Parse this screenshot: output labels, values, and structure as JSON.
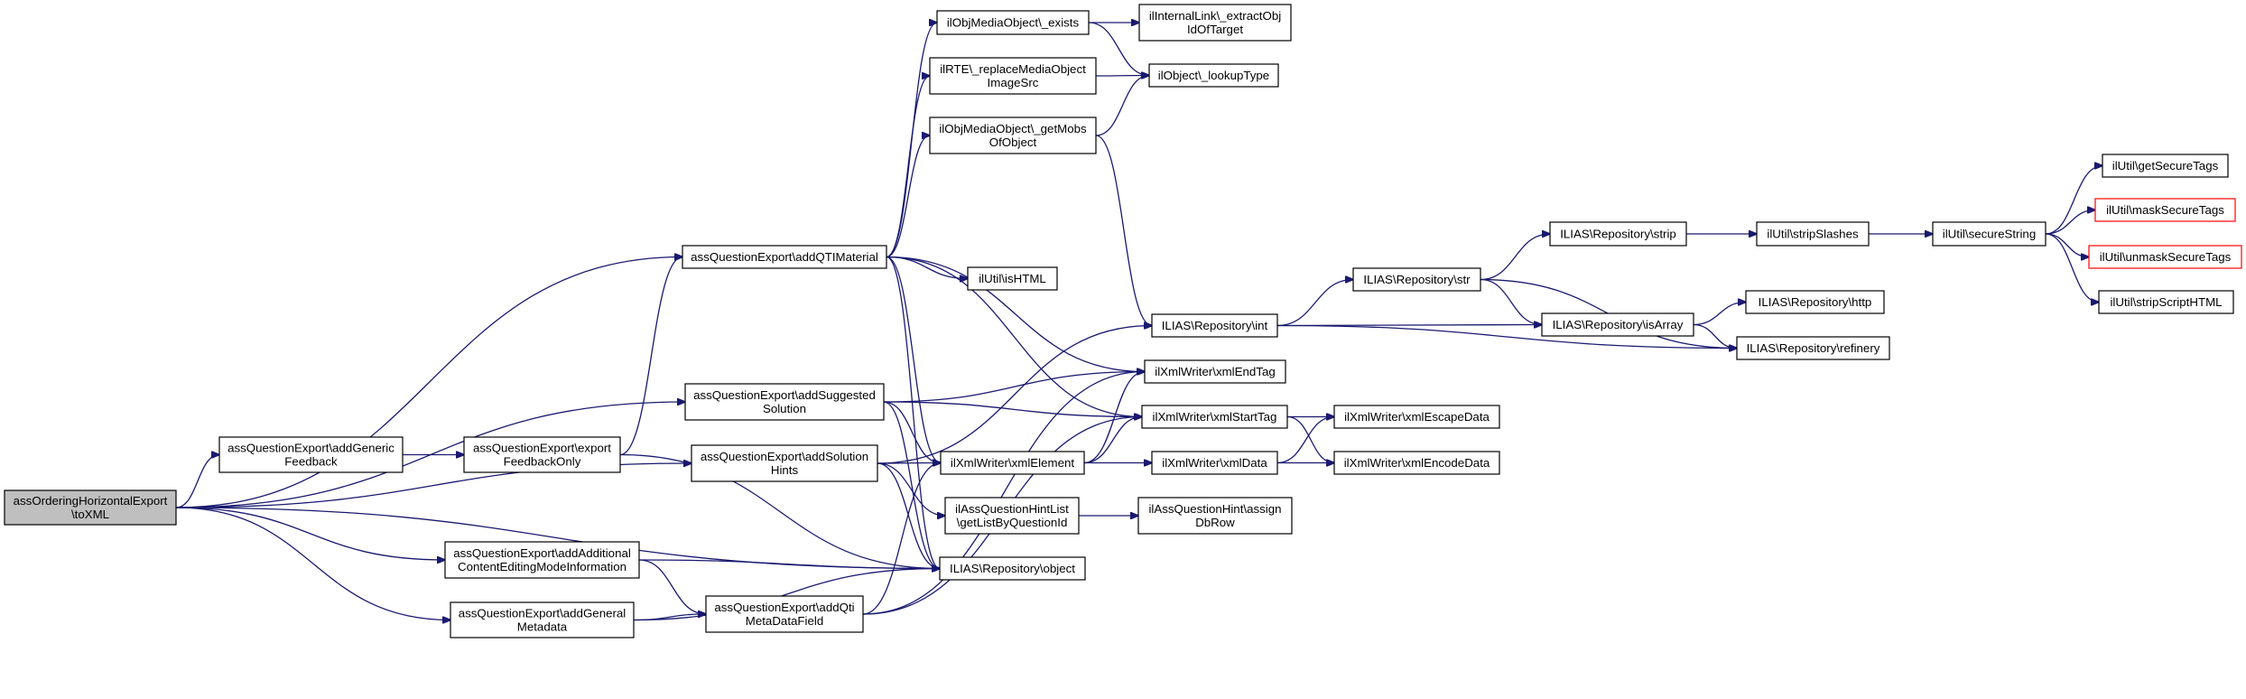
{
  "graph": {
    "title": "Call graph of assOrderingHorizontalExport\\toXML",
    "colors": {
      "edge": "#191970",
      "root_fill": "#bfbfbf",
      "node_border": "#000000",
      "missing_border": "#ff0000"
    },
    "nodes": [
      {
        "id": "root",
        "label": [
          "assOrderingHorizontalExport",
          "\\toXML"
        ],
        "kind": "root"
      },
      {
        "id": "addGenericFeedback",
        "label": [
          "assQuestionExport\\addGeneric",
          "Feedback"
        ]
      },
      {
        "id": "exportFeedbackOnly",
        "label": [
          "assQuestionExport\\export",
          "FeedbackOnly"
        ]
      },
      {
        "id": "addAdditionalContent",
        "label": [
          "assQuestionExport\\addAdditional",
          "ContentEditingModeInformation"
        ]
      },
      {
        "id": "addGeneralMetadata",
        "label": [
          "assQuestionExport\\addGeneral",
          "Metadata"
        ]
      },
      {
        "id": "addQtiMetaDataField",
        "label": [
          "assQuestionExport\\addQti",
          "MetaDataField"
        ]
      },
      {
        "id": "addQTIMaterial",
        "label": [
          "assQuestionExport\\addQTIMaterial"
        ]
      },
      {
        "id": "addSuggestedSolution",
        "label": [
          "assQuestionExport\\addSuggested",
          "Solution"
        ]
      },
      {
        "id": "addSolutionHints",
        "label": [
          "assQuestionExport\\addSolution",
          "Hints"
        ]
      },
      {
        "id": "mobExists",
        "label": [
          "ilObjMediaObject\\_exists"
        ]
      },
      {
        "id": "rteReplace",
        "label": [
          "ilRTE\\_replaceMediaObject",
          "ImageSrc"
        ]
      },
      {
        "id": "getMobsOfObject",
        "label": [
          "ilObjMediaObject\\_getMobs",
          "OfObject"
        ]
      },
      {
        "id": "isHTML",
        "label": [
          "ilUtil\\isHTML"
        ]
      },
      {
        "id": "xmlElement",
        "label": [
          "ilXmlWriter\\xmlElement"
        ]
      },
      {
        "id": "getListByQuestionId",
        "label": [
          "ilAssQuestionHintList",
          "\\getListByQuestionId"
        ]
      },
      {
        "id": "repoObject",
        "label": [
          "ILIAS\\Repository\\object"
        ]
      },
      {
        "id": "extractObjId",
        "label": [
          "ilInternalLink\\_extractObj",
          "IdOfTarget"
        ]
      },
      {
        "id": "lookupType",
        "label": [
          "ilObject\\_lookupType"
        ]
      },
      {
        "id": "repoInt",
        "label": [
          "ILIAS\\Repository\\int"
        ]
      },
      {
        "id": "xmlEndTag",
        "label": [
          "ilXmlWriter\\xmlEndTag"
        ]
      },
      {
        "id": "xmlStartTag",
        "label": [
          "ilXmlWriter\\xmlStartTag"
        ]
      },
      {
        "id": "xmlData",
        "label": [
          "ilXmlWriter\\xmlData"
        ]
      },
      {
        "id": "assignDbRow",
        "label": [
          "ilAssQuestionHint\\assign",
          "DbRow"
        ]
      },
      {
        "id": "repoStr",
        "label": [
          "ILIAS\\Repository\\str"
        ]
      },
      {
        "id": "xmlEscapeData",
        "label": [
          "ilXmlWriter\\xmlEscapeData"
        ]
      },
      {
        "id": "xmlEncodeData",
        "label": [
          "ilXmlWriter\\xmlEncodeData"
        ]
      },
      {
        "id": "repoStrip",
        "label": [
          "ILIAS\\Repository\\strip"
        ]
      },
      {
        "id": "repoIsArray",
        "label": [
          "ILIAS\\Repository\\isArray"
        ]
      },
      {
        "id": "stripSlashes",
        "label": [
          "ilUtil\\stripSlashes"
        ]
      },
      {
        "id": "repoHttp",
        "label": [
          "ILIAS\\Repository\\http"
        ]
      },
      {
        "id": "repoRefinery",
        "label": [
          "ILIAS\\Repository\\refinery"
        ]
      },
      {
        "id": "secureString",
        "label": [
          "ilUtil\\secureString"
        ]
      },
      {
        "id": "getSecureTags",
        "label": [
          "ilUtil\\getSecureTags"
        ]
      },
      {
        "id": "maskSecureTags",
        "label": [
          "ilUtil\\maskSecureTags"
        ],
        "kind": "missing"
      },
      {
        "id": "unmaskSecureTags",
        "label": [
          "ilUtil\\unmaskSecureTags"
        ],
        "kind": "missing"
      },
      {
        "id": "stripScriptHTML",
        "label": [
          "ilUtil\\stripScriptHTML"
        ]
      }
    ],
    "edges": [
      [
        "root",
        "addQTIMaterial"
      ],
      [
        "root",
        "addSuggestedSolution"
      ],
      [
        "root",
        "addGenericFeedback"
      ],
      [
        "root",
        "addSolutionHints"
      ],
      [
        "root",
        "addAdditionalContent"
      ],
      [
        "root",
        "addGeneralMetadata"
      ],
      [
        "root",
        "repoObject"
      ],
      [
        "addGenericFeedback",
        "exportFeedbackOnly"
      ],
      [
        "exportFeedbackOnly",
        "addQTIMaterial"
      ],
      [
        "exportFeedbackOnly",
        "repoObject"
      ],
      [
        "addAdditionalContent",
        "repoObject"
      ],
      [
        "addAdditionalContent",
        "addQtiMetaDataField"
      ],
      [
        "addGeneralMetadata",
        "addQtiMetaDataField"
      ],
      [
        "addGeneralMetadata",
        "repoObject"
      ],
      [
        "addQtiMetaDataField",
        "xmlElement"
      ],
      [
        "addQtiMetaDataField",
        "xmlStartTag"
      ],
      [
        "addQtiMetaDataField",
        "xmlEndTag"
      ],
      [
        "addQTIMaterial",
        "mobExists"
      ],
      [
        "addQTIMaterial",
        "rteReplace"
      ],
      [
        "addQTIMaterial",
        "getMobsOfObject"
      ],
      [
        "addQTIMaterial",
        "isHTML"
      ],
      [
        "addQTIMaterial",
        "xmlElement"
      ],
      [
        "addQTIMaterial",
        "repoObject"
      ],
      [
        "addQTIMaterial",
        "xmlEndTag"
      ],
      [
        "addQTIMaterial",
        "xmlStartTag"
      ],
      [
        "addSuggestedSolution",
        "xmlEndTag"
      ],
      [
        "addSuggestedSolution",
        "xmlStartTag"
      ],
      [
        "addSuggestedSolution",
        "xmlElement"
      ],
      [
        "addSuggestedSolution",
        "repoObject"
      ],
      [
        "addSolutionHints",
        "xmlElement"
      ],
      [
        "addSolutionHints",
        "getListByQuestionId"
      ],
      [
        "addSolutionHints",
        "repoObject"
      ],
      [
        "addSolutionHints",
        "repoInt"
      ],
      [
        "mobExists",
        "extractObjId"
      ],
      [
        "mobExists",
        "lookupType"
      ],
      [
        "rteReplace",
        "lookupType"
      ],
      [
        "getMobsOfObject",
        "lookupType"
      ],
      [
        "getMobsOfObject",
        "repoInt"
      ],
      [
        "xmlElement",
        "xmlEndTag"
      ],
      [
        "xmlElement",
        "xmlStartTag"
      ],
      [
        "xmlElement",
        "xmlData"
      ],
      [
        "getListByQuestionId",
        "assignDbRow"
      ],
      [
        "repoInt",
        "repoStr"
      ],
      [
        "repoInt",
        "repoIsArray"
      ],
      [
        "repoInt",
        "repoRefinery"
      ],
      [
        "xmlStartTag",
        "xmlEscapeData"
      ],
      [
        "xmlStartTag",
        "xmlEncodeData"
      ],
      [
        "xmlData",
        "xmlEscapeData"
      ],
      [
        "xmlData",
        "xmlEncodeData"
      ],
      [
        "repoStr",
        "repoStrip"
      ],
      [
        "repoStr",
        "repoIsArray"
      ],
      [
        "repoStr",
        "repoRefinery"
      ],
      [
        "repoStrip",
        "stripSlashes"
      ],
      [
        "repoIsArray",
        "repoHttp"
      ],
      [
        "repoIsArray",
        "repoRefinery"
      ],
      [
        "stripSlashes",
        "secureString"
      ],
      [
        "secureString",
        "getSecureTags"
      ],
      [
        "secureString",
        "maskSecureTags"
      ],
      [
        "secureString",
        "unmaskSecureTags"
      ],
      [
        "secureString",
        "stripScriptHTML"
      ]
    ]
  }
}
